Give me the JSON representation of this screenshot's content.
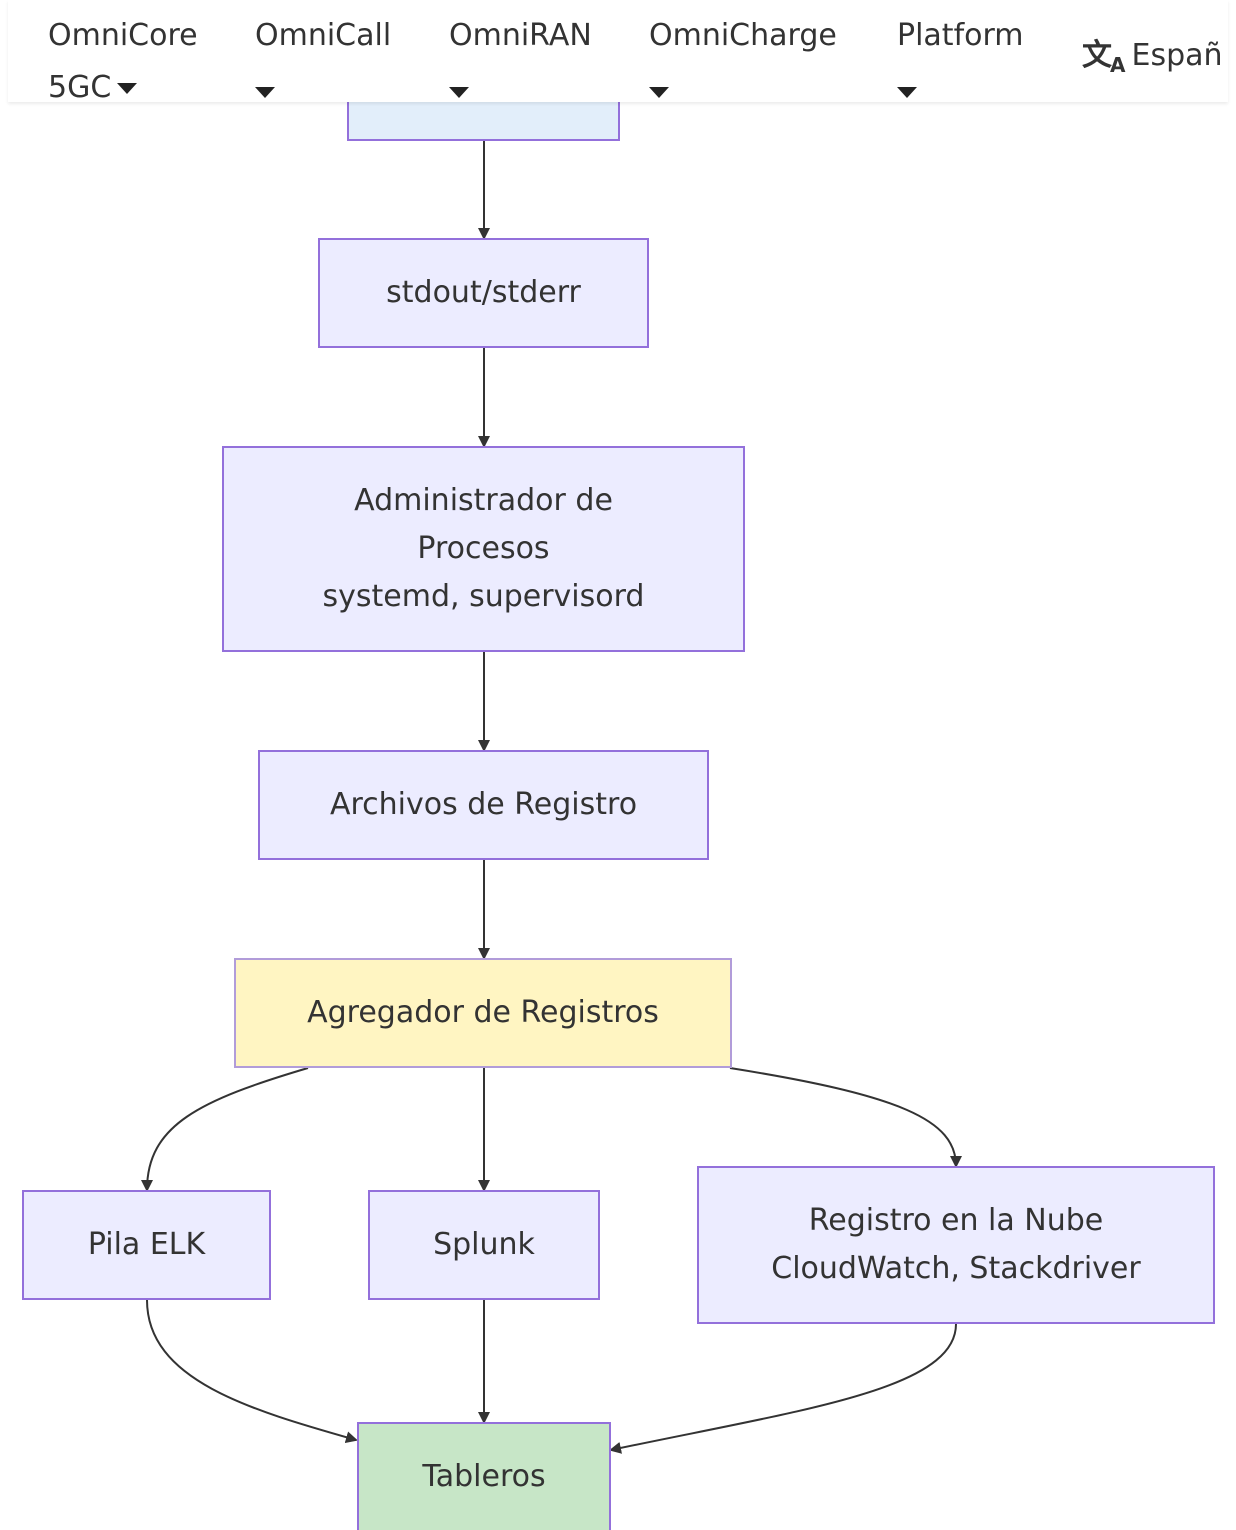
{
  "nav": {
    "items": [
      {
        "line1": "OmniCore",
        "line2": "5GC"
      },
      {
        "line1": "OmniCall",
        "line2": ""
      },
      {
        "line1": "OmniRAN",
        "line2": ""
      },
      {
        "line1": "OmniCharge",
        "line2": ""
      },
      {
        "line1": "Platform",
        "line2": ""
      }
    ],
    "language": "Españ",
    "language_icon": "translate-icon"
  },
  "diagram": {
    "nodes": {
      "stdout": "stdout/stderr",
      "process_manager": "Administrador de\nProcesos\nsystemd, supervisord",
      "log_files": "Archivos de Registro",
      "aggregator": "Agregador de Registros",
      "elk": "Pila ELK",
      "splunk": "Splunk",
      "cloud_logging": "Registro en la Nube\nCloudWatch, Stackdriver",
      "dashboards": "Tableros"
    },
    "colors": {
      "node_fill": "#ececff",
      "node_border": "#9370db",
      "partial_fill": "#e2eefa",
      "aggregator_fill": "#fff5c2",
      "dashboard_fill": "#c7e6c7",
      "edge": "#333333"
    }
  }
}
